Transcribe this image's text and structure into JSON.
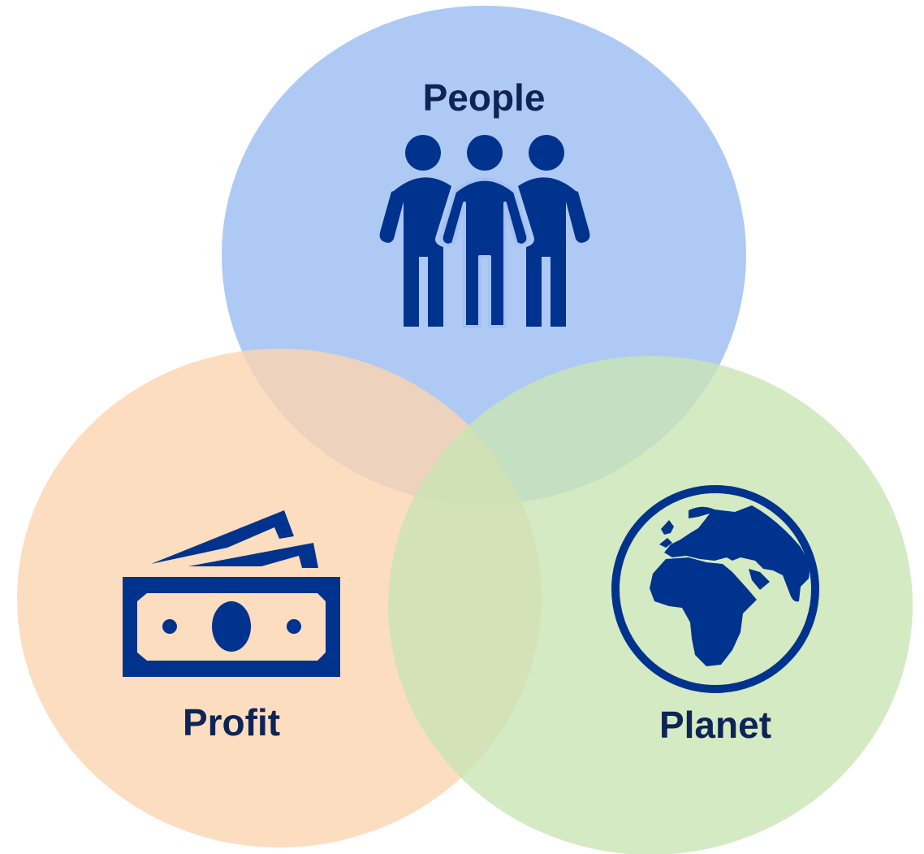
{
  "diagram": {
    "type": "venn",
    "circles": [
      {
        "id": "people",
        "label": "People",
        "icon": "people-icon",
        "color": "#a4c2f4"
      },
      {
        "id": "profit",
        "label": "Profit",
        "icon": "money-icon",
        "color": "#fcd5b0"
      },
      {
        "id": "planet",
        "label": "Planet",
        "icon": "globe-icon",
        "color": "#c9e5b4"
      }
    ],
    "icon_color": "#00338d",
    "text_color": "#0d2455"
  }
}
